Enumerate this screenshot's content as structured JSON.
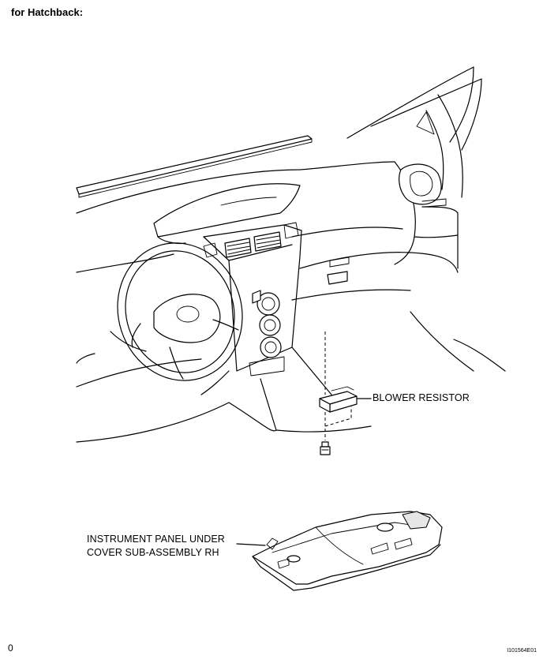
{
  "heading": "for Hatchback:",
  "callouts": {
    "blower_resistor": "BLOWER RESISTOR",
    "panel_line1": "INSTRUMENT PANEL UNDER",
    "panel_line2": "COVER SUB-ASSEMBLY RH"
  },
  "footer": {
    "page_number": "0",
    "figure_id": "I101564E01"
  }
}
